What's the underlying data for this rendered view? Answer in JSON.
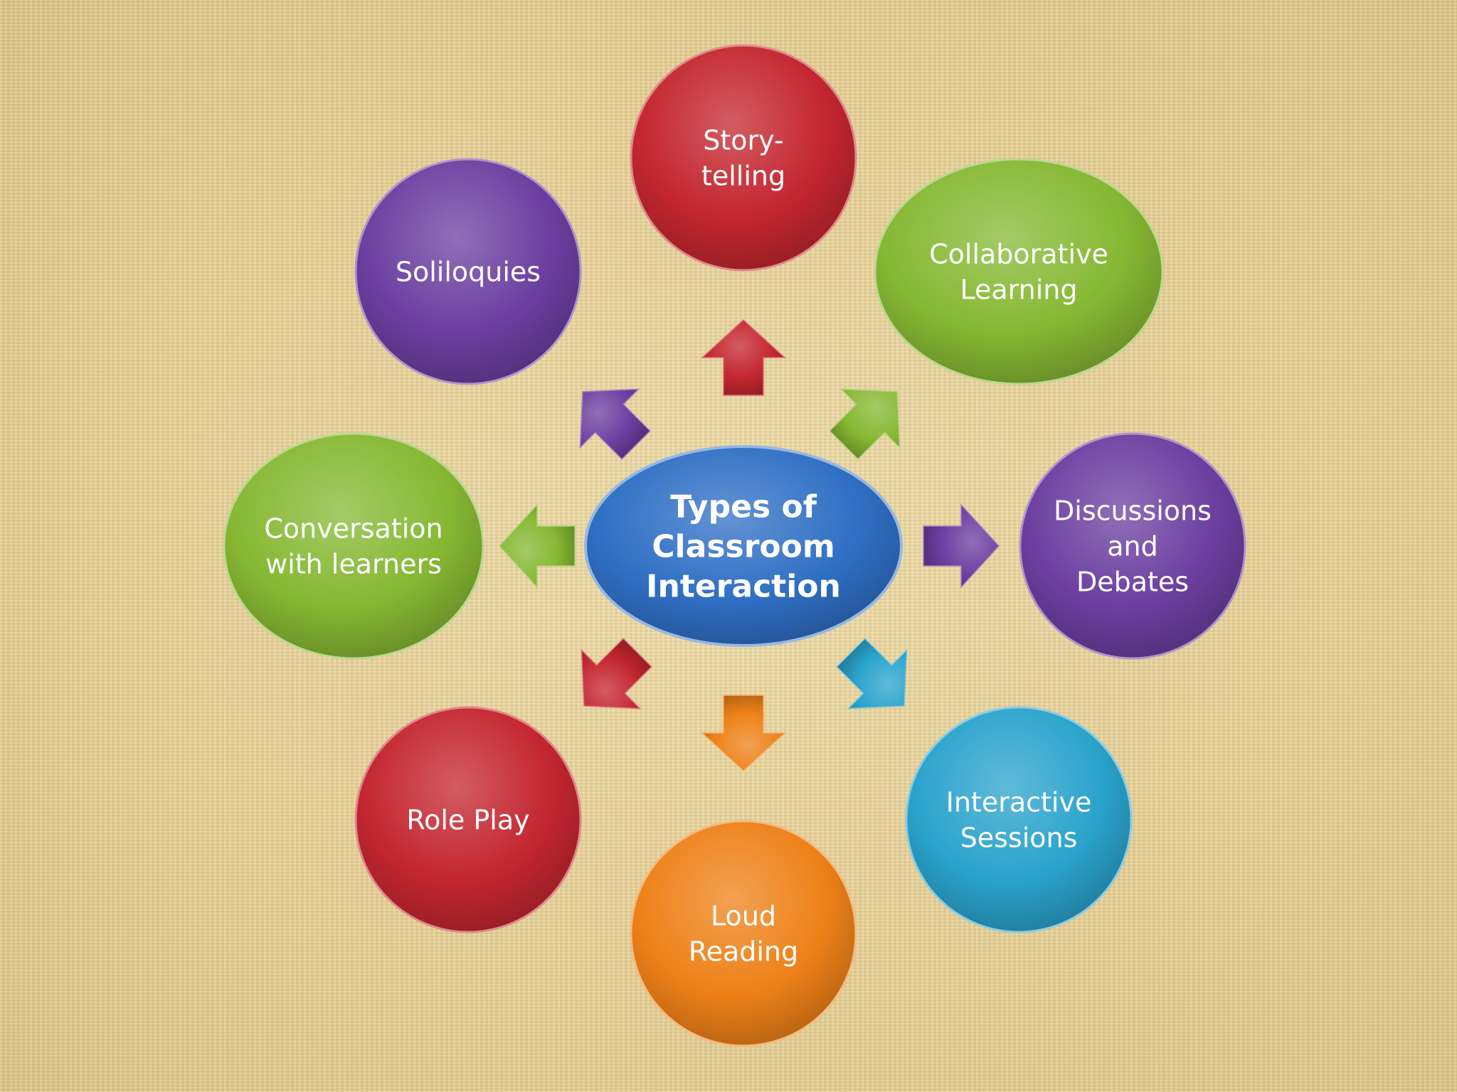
{
  "diagram": {
    "center": {
      "lines": [
        "Types of",
        "Classroom",
        "Interaction"
      ],
      "color": "#2f6fc4"
    },
    "nodes": [
      {
        "id": "storytelling",
        "lines": [
          "Story-",
          "telling"
        ],
        "color": "#c4262f"
      },
      {
        "id": "collaborative-learning",
        "lines": [
          "Collaborative",
          "Learning"
        ],
        "color": "#86b833"
      },
      {
        "id": "discussions-and-debates",
        "lines": [
          "Discussions",
          "and",
          "Debates"
        ],
        "color": "#6b3fa0"
      },
      {
        "id": "interactive-sessions",
        "lines": [
          "Interactive",
          "Sessions"
        ],
        "color": "#2aa3cc"
      },
      {
        "id": "loud-reading",
        "lines": [
          "Loud",
          "Reading"
        ],
        "color": "#ee8118"
      },
      {
        "id": "role-play",
        "lines": [
          "Role Play"
        ],
        "color": "#c4262f"
      },
      {
        "id": "conversation-with-learners",
        "lines": [
          "Conversation",
          "with learners"
        ],
        "color": "#86b833"
      },
      {
        "id": "soliloquies",
        "lines": [
          "Soliloquies"
        ],
        "color": "#6b3fa0"
      }
    ]
  }
}
